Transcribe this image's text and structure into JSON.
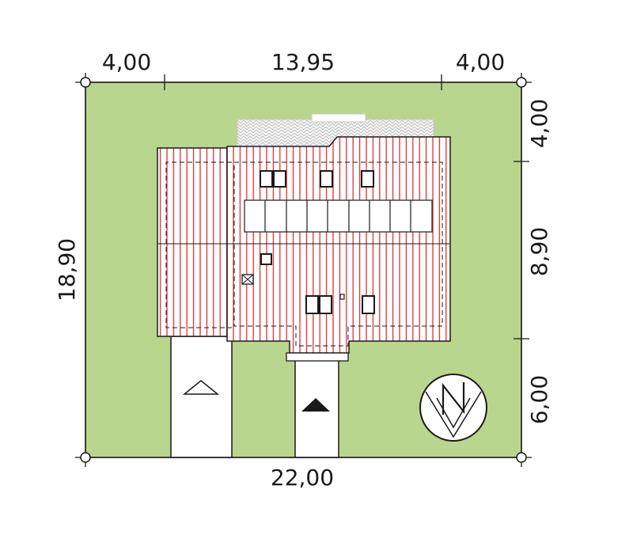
{
  "dimensions": {
    "top_left": "4,00",
    "top_middle": "13,95",
    "top_right": "4,00",
    "left_total": "18,90",
    "right_top": "4,00",
    "right_middle": "8,90",
    "right_bottom": "6,00",
    "bottom_total": "22,00"
  },
  "colors": {
    "plot": "#b8d68e",
    "roof_fill": "#ffffff",
    "roof_stripe": "#dc2f2f",
    "outline": "#1a1a1a",
    "driveway": "#ffffff"
  },
  "icons": {
    "compass": "north-arrow-icon",
    "garage_entrance": "triangle-outline-icon",
    "main_entrance": "triangle-filled-icon"
  }
}
